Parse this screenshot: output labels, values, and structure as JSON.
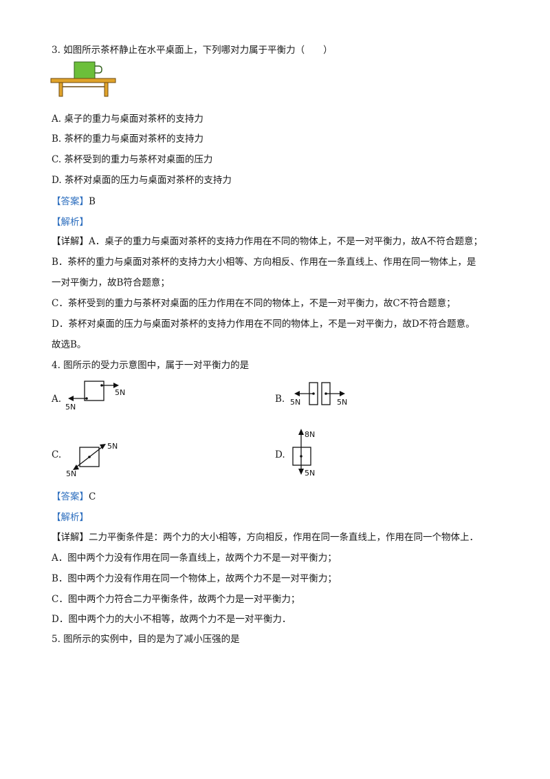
{
  "q3": {
    "stem": "3. 如图所示茶杯静止在水平桌面上，下列哪对力属于平衡力（　　）",
    "options": [
      "A. 桌子的重力与桌面对茶杯的支持力",
      "B. 茶杯的重力与桌面对茶杯的支持力",
      "C. 茶杯受到的重力与茶杯对桌面的压力",
      "D. 茶杯对桌面的压力与桌面对茶杯的支持力"
    ],
    "answer_tag": "【答案】",
    "answer": "B",
    "analysis_tag": "【解析】",
    "detail_tag": "【详解】",
    "detail": [
      "A．桌子的重力与桌面对茶杯的支持力作用在不同的物体上，不是一对平衡力，故A不符合题意；",
      "B．茶杯的重力与桌面对茶杯的支持力大小相等、方向相反、作用在一条直线上、作用在同一物体上，是",
      "一对平衡力，故B符合题意；",
      "C．茶杯受到的重力与茶杯对桌面的压力作用在不同的物体上，不是一对平衡力，故C不符合题意；",
      "D．茶杯对桌面的压力与桌面对茶杯的支持力作用在不同的物体上，不是一对平衡力，故D不符合题意。",
      "故选B。"
    ]
  },
  "q4": {
    "stem": "4. 图所示的受力示意图中，属于一对平衡力的是",
    "options": {
      "a_label": "A.",
      "b_label": "B.",
      "c_label": "C.",
      "d_label": "D.",
      "a_force_right": "5N",
      "a_force_left": "5N",
      "b_force_left": "5N",
      "b_force_right": "5N",
      "c_force_up": "5N",
      "c_force_down": "5N",
      "d_force_up": "8N",
      "d_force_down": "5N"
    },
    "answer_tag": "【答案】",
    "answer": "C",
    "analysis_tag": "【解析】",
    "detail_tag": "【详解】",
    "detail": [
      "二力平衡条件是：两个力的大小相等，方向相反，作用在同一条直线上，作用在同一个物体上．",
      "A．图中两个力没有作用在同一条直线上，故两个力不是一对平衡力；",
      "B．图中两个力没有作用在同一个物体上，故两个力不是一对平衡力；",
      "C．图中两个力符合二力平衡条件，故两个力是一对平衡力；",
      "D．图中两个力的大小不相等，故两个力不是一对平衡力．"
    ]
  },
  "q5": {
    "stem": "5. 图所示的实例中，目的是为了减小压强的是"
  },
  "colors": {
    "accent": "#2e6fbf",
    "cup": "#6cbf3a",
    "table": "#e0a32a"
  }
}
